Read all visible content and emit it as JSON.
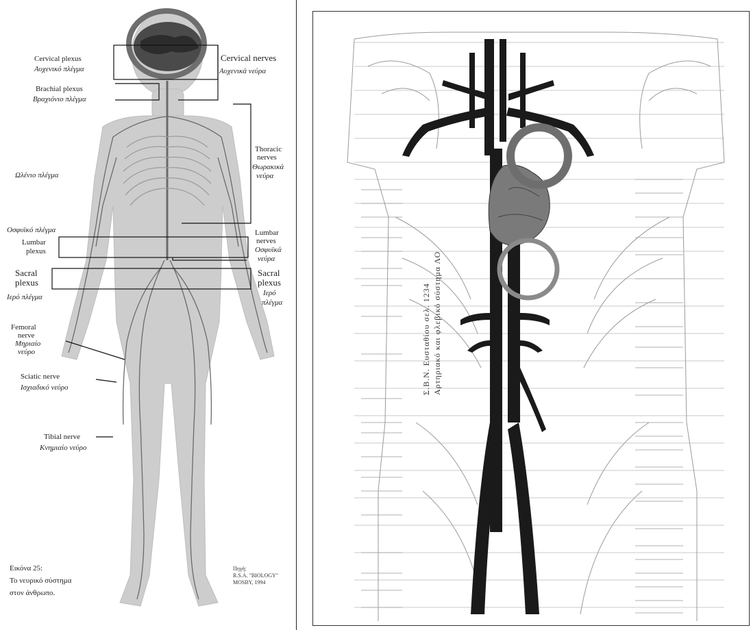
{
  "nervous": {
    "labels": {
      "cervical_plexus_en": "Cervical plexus",
      "cervical_plexus_gr": "Αυχενικό πλέγμα",
      "cervical_nerves_en": "Cervical nerves",
      "cervical_nerves_gr": "Αυχενικά νεύρα",
      "brachial_plexus_en": "Brachial plexus",
      "brachial_plexus_gr": "Βραχιόνιο πλέγμα",
      "thoracic_nerves_en_1": "Thoracic",
      "thoracic_nerves_en_2": "nerves",
      "thoracic_nerves_gr_1": "Θωρακικά",
      "thoracic_nerves_gr_2": "νεύρα",
      "left_arm_plexus_gr": "Ωλένιο πλέγμα",
      "lumbar_plexus_gr": "Οσφυϊκό πλέγμα",
      "lumbar_plexus_en_1": "Lumbar",
      "lumbar_plexus_en_2": "plexus",
      "lumbar_nerves_en_1": "Lumbar",
      "lumbar_nerves_en_2": "nerves",
      "lumbar_nerves_gr_1": "Οσφυϊκά",
      "lumbar_nerves_gr_2": "νεύρα",
      "sacral_plexus_en_1": "Sacral",
      "sacral_plexus_en_2": "plexus",
      "sacral_plexus_gr": "Ιερό πλέγμα",
      "sacral_plexus_r_en_1": "Sacral",
      "sacral_plexus_r_en_2": "plexus",
      "sacral_plexus_r_gr_1": "Ιερό",
      "sacral_plexus_r_gr_2": "πλέγμα",
      "femoral_nerve_en_1": "Femoral",
      "femoral_nerve_en_2": "nerve",
      "femoral_nerve_gr_1": "Μηριαίο",
      "femoral_nerve_gr_2": "νεύρο",
      "sciatic_nerve_en": "Sciatic nerve",
      "sciatic_nerve_gr": "Ισχιαδικό νεύρο",
      "tibial_nerve_en": "Tibial nerve",
      "tibial_nerve_gr": "Κνημιαίο νεύρο"
    },
    "caption": {
      "line1": "Εικόνα 25:",
      "line2": "Το νευρικό σύστημα",
      "line3": "στον άνθρωπο."
    },
    "credit": {
      "line1": "Πηγή:",
      "line2": "R.S.A. \"BIOLOGY\"",
      "line3": "MOSBY, 1994"
    }
  },
  "vascular": {
    "vertical_text_1": "Σ.Β.Ν. Ευσταθίου σελ. 1234",
    "vertical_text_2": "Αρτηριακό και φλεβικό σύστημα ΛΟ"
  },
  "colors": {
    "silhouette": "#c9c9c9",
    "nerve": "#6a6a6a",
    "highlight_ring": "#6e6e6e",
    "vessel": "#1a1a1a"
  }
}
